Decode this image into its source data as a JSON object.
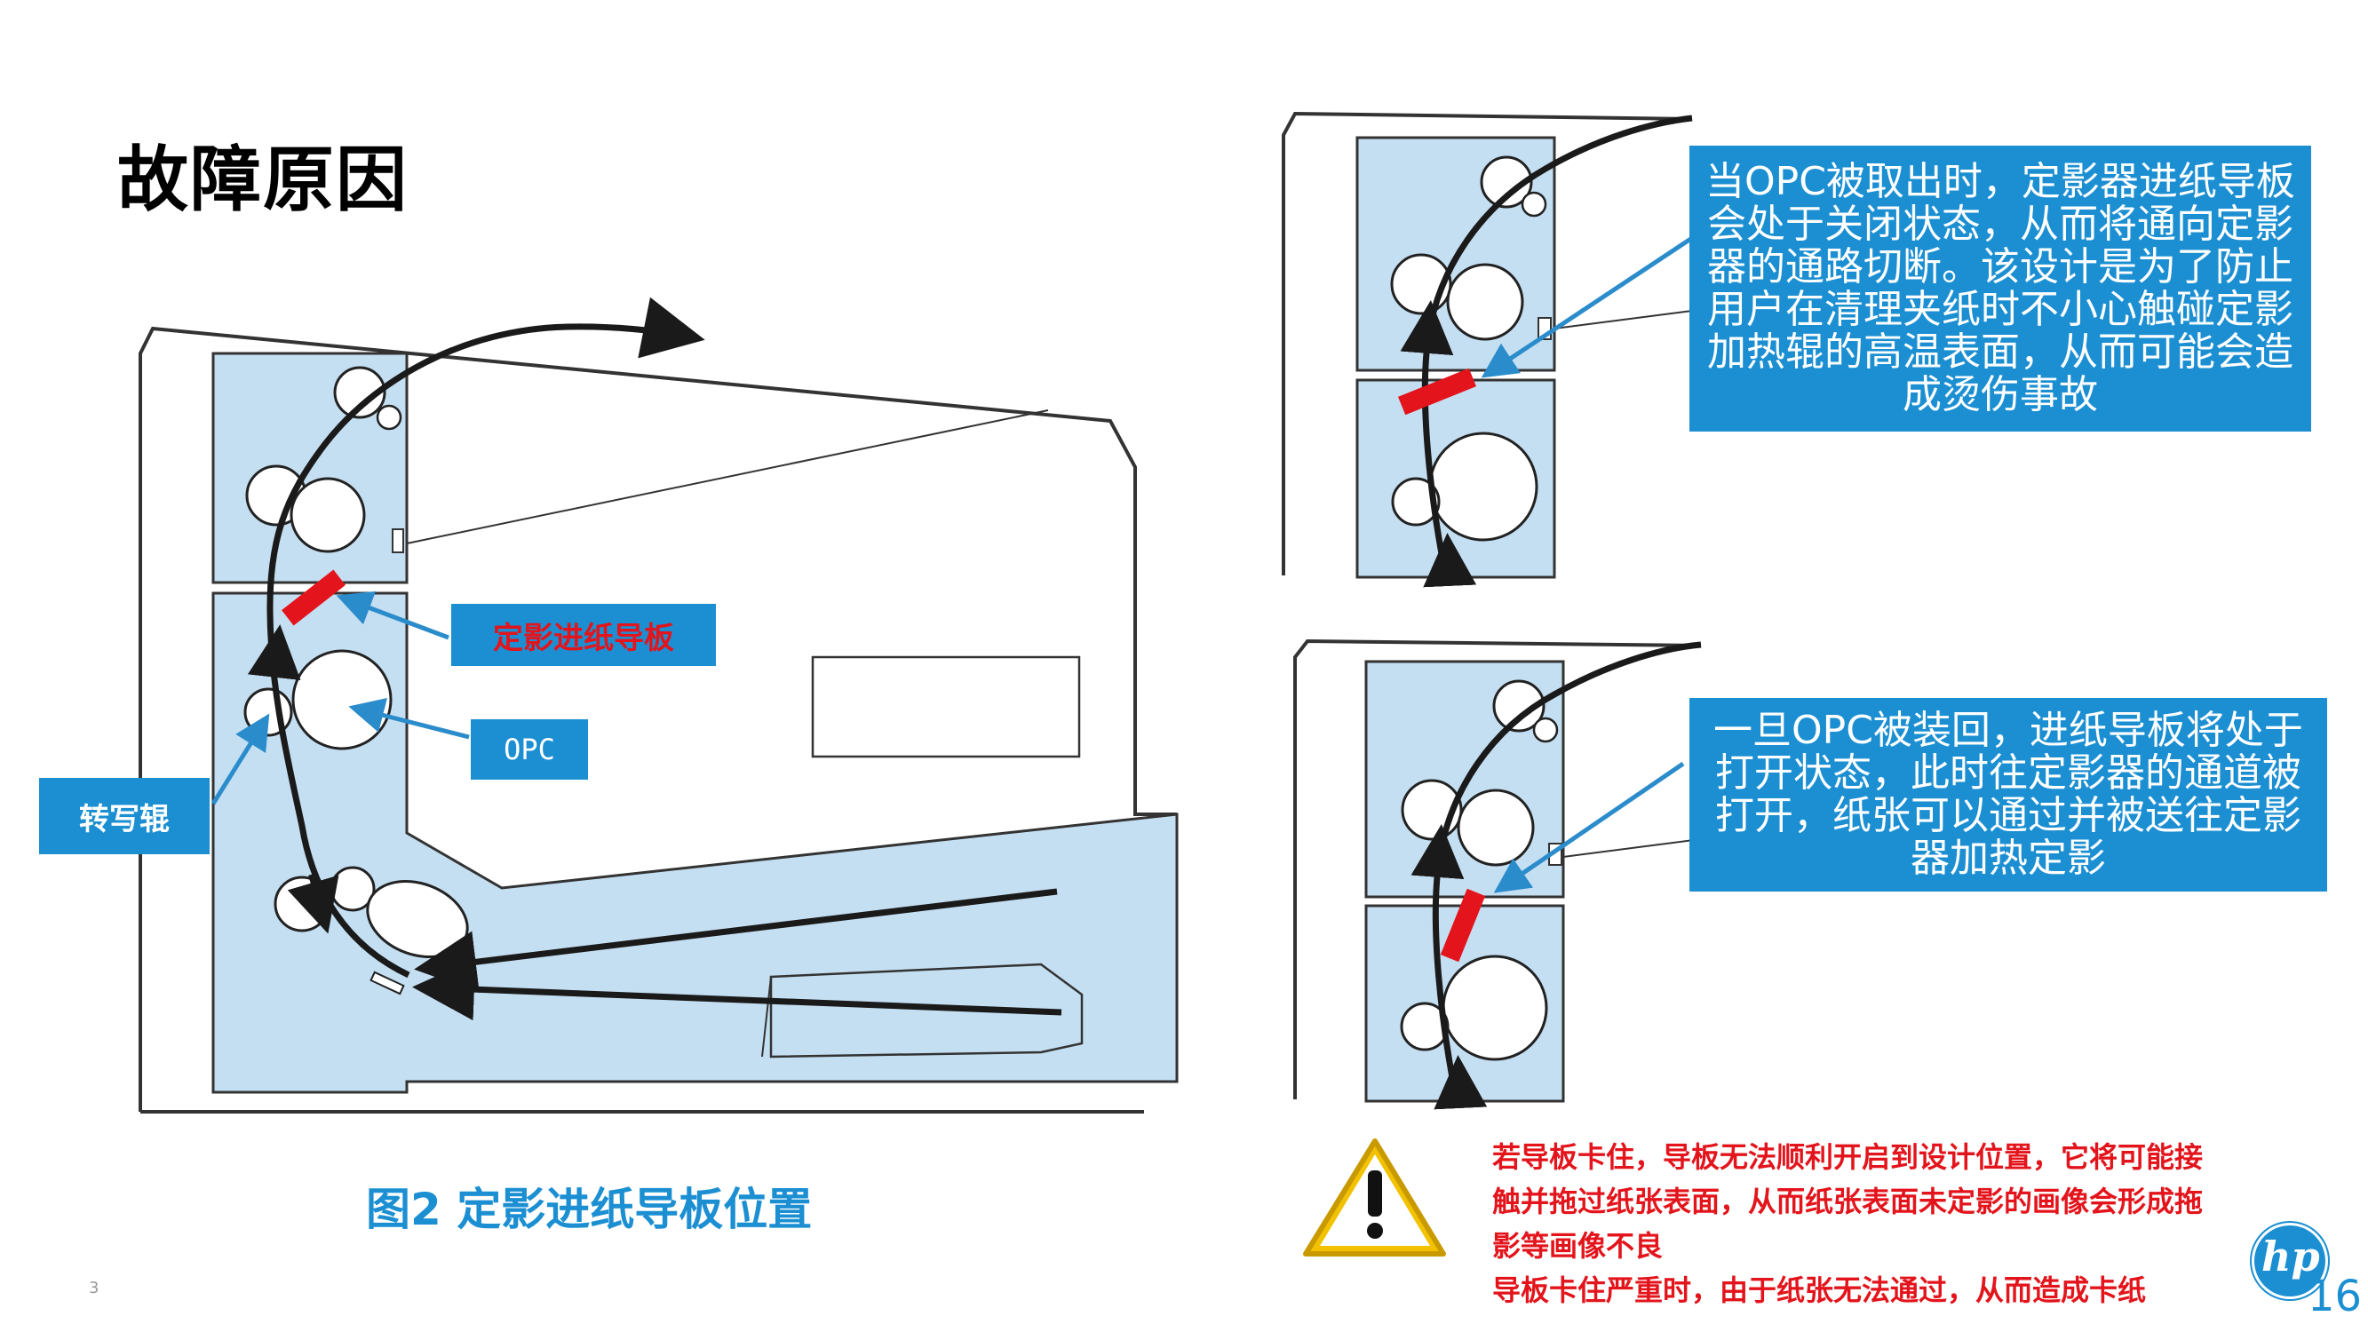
{
  "title": "故障原因",
  "labels": {
    "guide": "定影进纸导板",
    "opc": "OPC",
    "transfer": "转写辊"
  },
  "callouts": {
    "closed": "当OPC被取出时，定影器进纸导板会处于关闭状态，从而将通向定影器的通路切断。该设计是为了防止用户在清理夹纸时不小心触碰定影加热辊的高温表面，从而可能会造成烫伤事故",
    "open": "一旦OPC被装回，进纸导板将处于打开状态，此时往定影器的通道被打开，纸张可以通过并被送往定影器加热定影"
  },
  "caption": "图2 定影进纸导板位置",
  "warning": {
    "line1": "若导板卡住，导板无法顺利开启到设计位置，它将可能接",
    "line2": "触并拖过纸张表面，从而纸张表面未定影的画像会形成拖",
    "line3": "影等画像不良",
    "line4": "导板卡住严重时，由于纸张无法通过，从而造成卡纸"
  },
  "slide_number": "3",
  "page_number": "16",
  "logo_text": "hp",
  "colors": {
    "accent_blue": "#1b8fd2",
    "panel_blue": "#c5dff2",
    "guide_red": "#e3141b",
    "warning_yellow": "#f2c200"
  },
  "icons": [
    "warning-icon",
    "hp-logo-icon"
  ]
}
